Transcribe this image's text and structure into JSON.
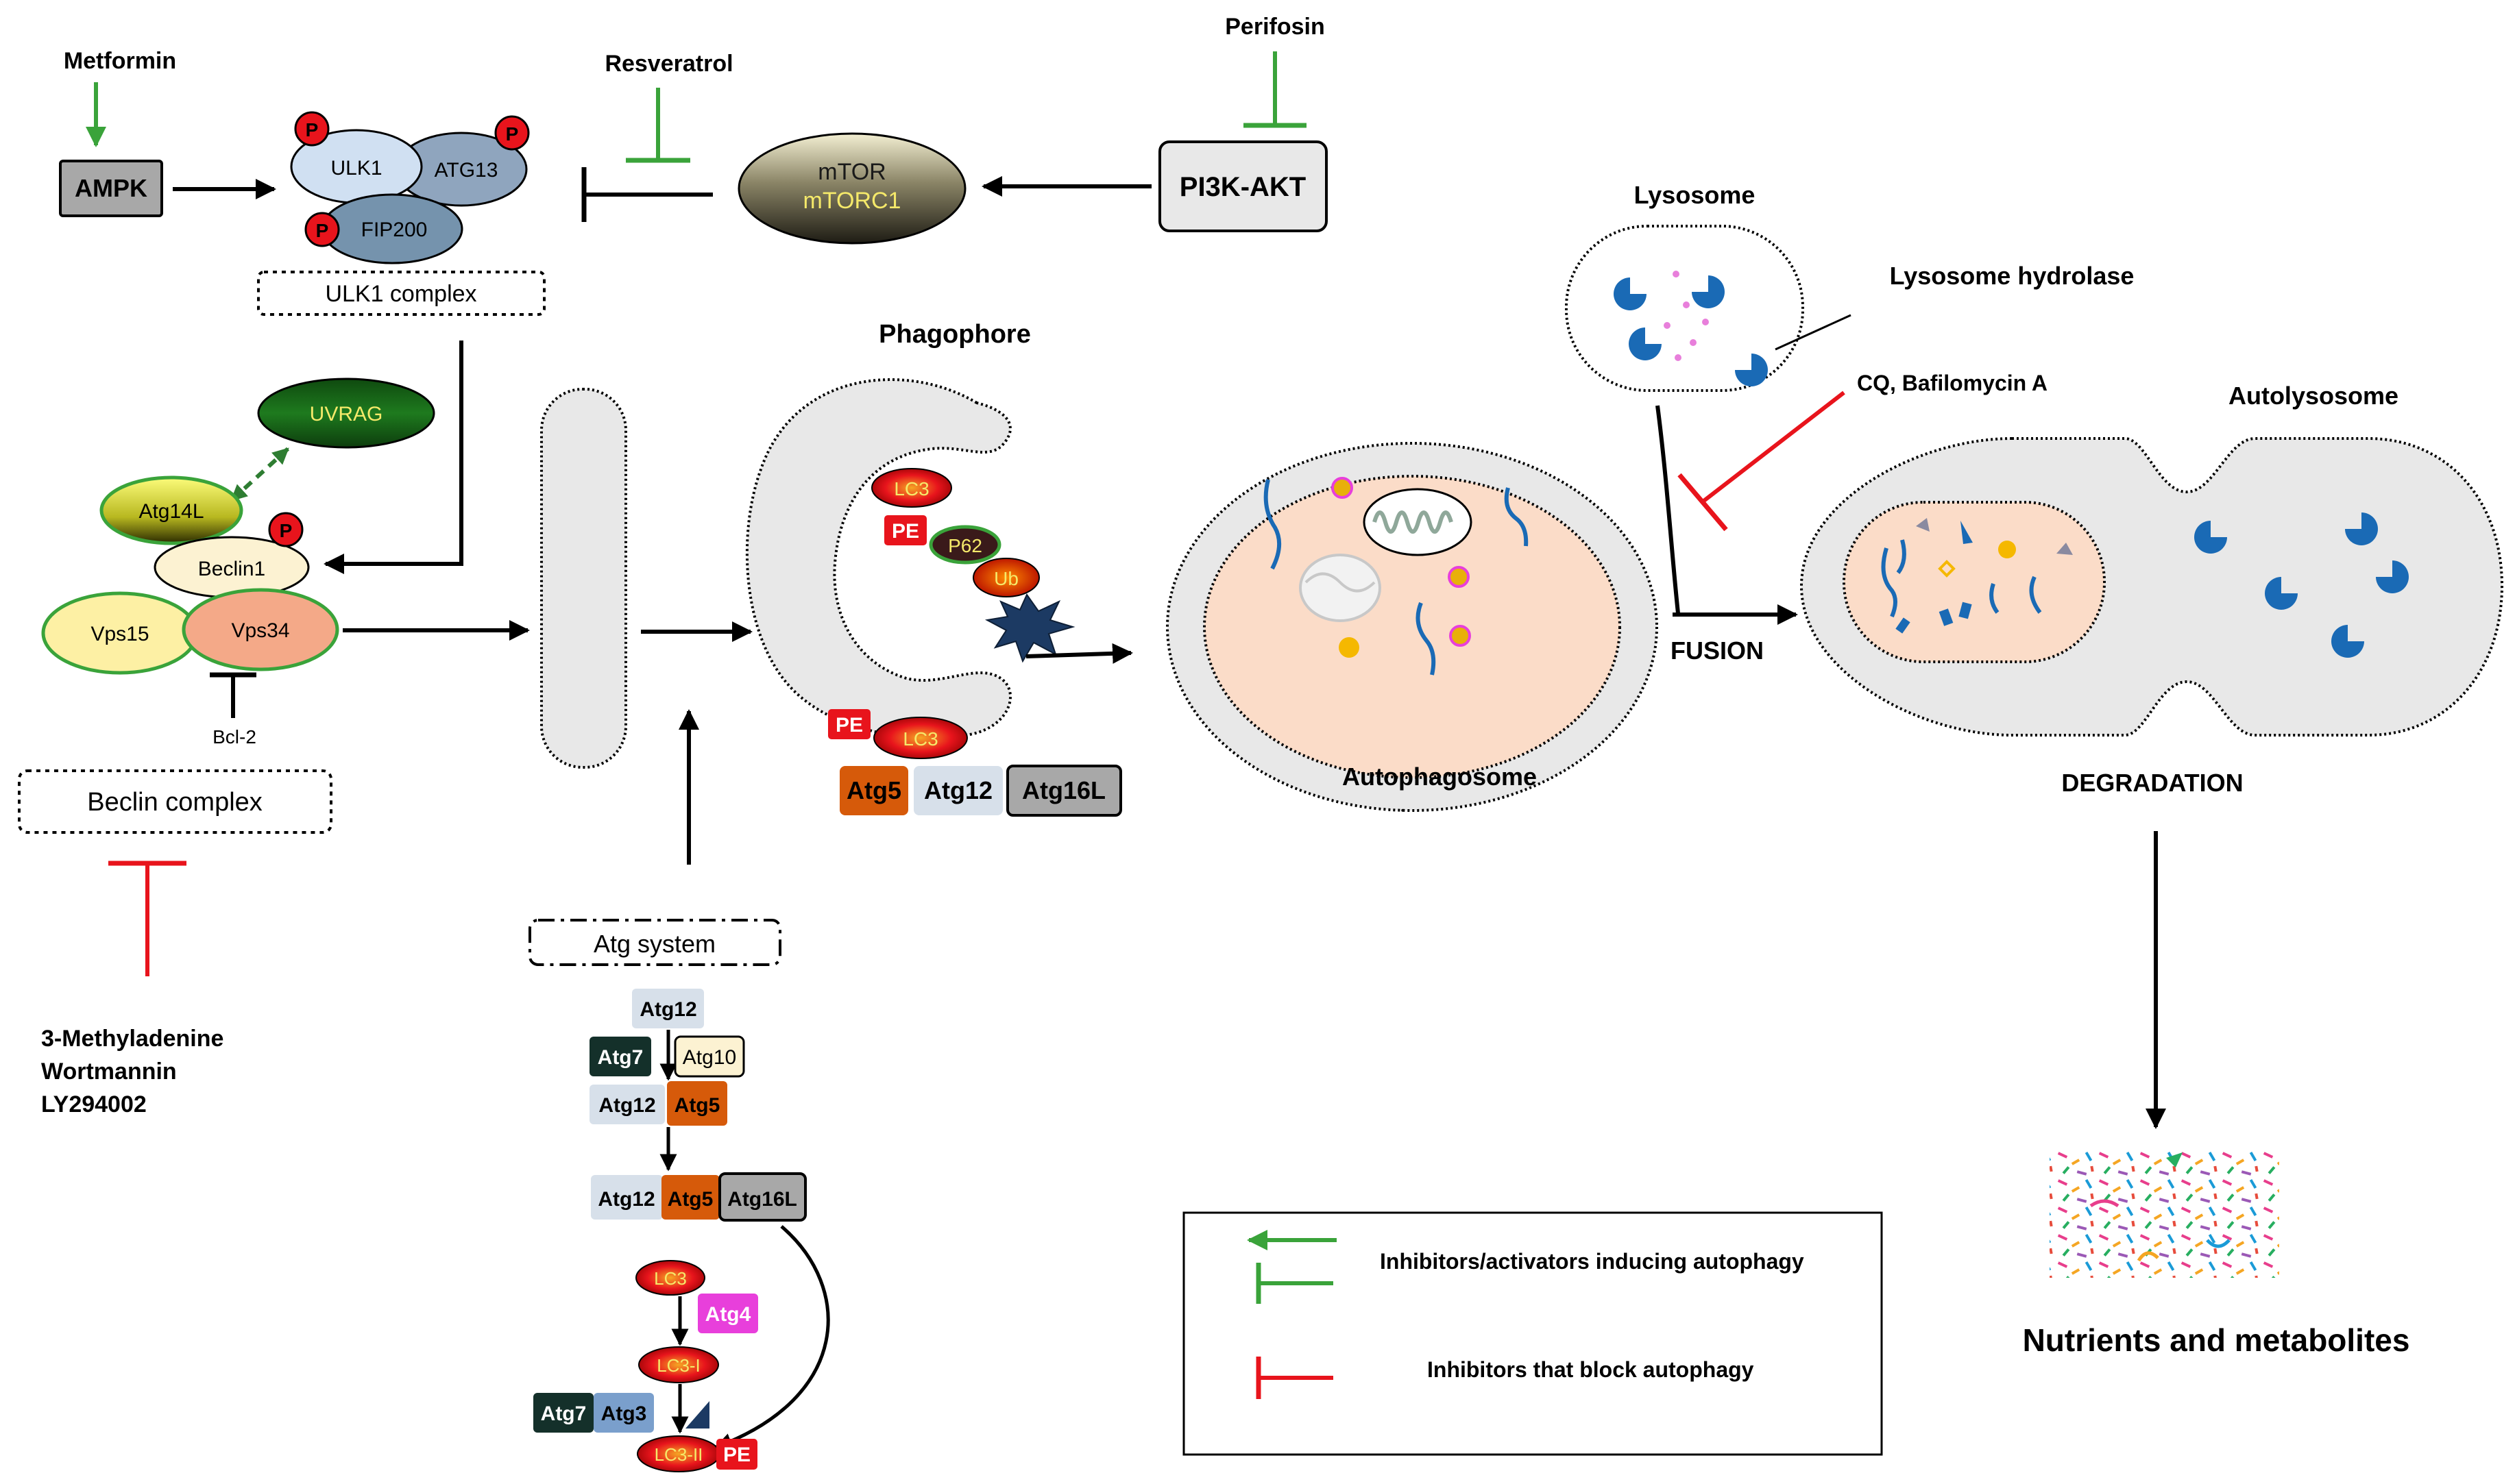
{
  "drugs": {
    "metformin": "Metformin",
    "resveratrol": "Resveratrol",
    "perifosin": "Perifosin",
    "inhib_1": "3-Methyladenine",
    "inhib_2": "Wortmannin",
    "inhib_3": "LY294002",
    "cq": "CQ, Bafilomycin A"
  },
  "nodes": {
    "ampk": "AMPK",
    "ulk1": "ULK1",
    "atg13": "ATG13",
    "fip200": "FIP200",
    "phospho": "P",
    "ulk1_complex": "ULK1 complex",
    "mtor": "mTOR",
    "mtorc1": "mTORC1",
    "pi3k": "PI3K-AKT",
    "uvrag": "UVRAG",
    "atg14l": "Atg14L",
    "beclin1": "Beclin1",
    "vps15": "Vps15",
    "vps34": "Vps34",
    "bcl2": "Bcl-2",
    "beclin_complex": "Beclin complex",
    "atg_system": "Atg system"
  },
  "phagophore": {
    "title": "Phagophore",
    "lc3": "LC3",
    "pe": "PE",
    "p62": "P62",
    "ub": "Ub",
    "atg5": "Atg5",
    "atg12": "Atg12",
    "atg16l": "Atg16L"
  },
  "atg_cascade": {
    "atg12": "Atg12",
    "atg7": "Atg7",
    "atg10": "Atg10",
    "atg5": "Atg5",
    "atg16l": "Atg16L",
    "lc3": "LC3",
    "atg4": "Atg4",
    "lc3_i": "LC3-I",
    "atg3": "Atg3",
    "lc3_ii": "LC3-II",
    "pe": "PE"
  },
  "labels": {
    "lysosome": "Lysosome",
    "hydrolase": "Lysosome hydrolase",
    "autophagosome": "Autophagosome",
    "fusion": "FUSION",
    "autolysosome": "Autolysosome",
    "degradation": "DEGRADATION",
    "nutrients": "Nutrients and metabolites"
  },
  "legend": {
    "items": [
      "Inhibitors/activators inducing autophagy",
      "Inhibitors that block autophagy"
    ]
  },
  "colors": {
    "activator": "#3aa33a",
    "blocker": "#e8141c",
    "vesicle_fill": "#e8e8e8",
    "cargo_fill": "#fbdcc8",
    "enzyme_blue": "#1a6ab5"
  }
}
